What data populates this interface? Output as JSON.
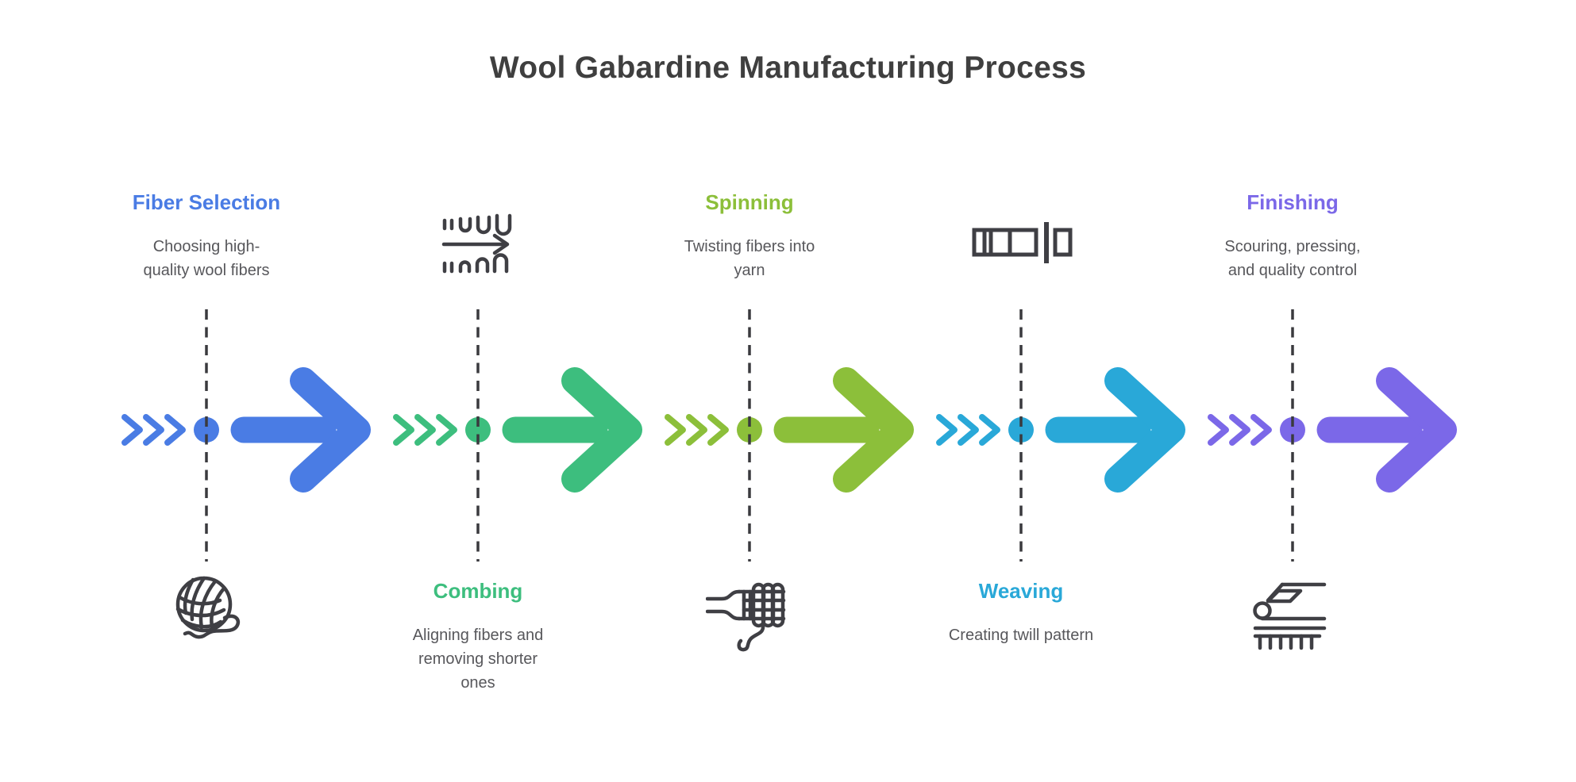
{
  "page": {
    "title": "Wool Gabardine Manufacturing Process",
    "title_color": "#3f3f3f",
    "background": "#ffffff"
  },
  "timeline": {
    "icon_color": "#3f3f44",
    "dash_color": "#3a3a3e"
  },
  "stages": [
    {
      "title": "Fiber Selection",
      "description": "Choosing high-\nquality wool fibers",
      "color": "#4a7ce4",
      "icon": "yarn-ball-icon",
      "text_position": "above",
      "icon_position": "below"
    },
    {
      "title": "Combing",
      "description": "Aligning fibers and\nremoving shorter\nones",
      "color": "#3dbe7e",
      "icon": "combed-fibers-icon",
      "text_position": "below",
      "icon_position": "above"
    },
    {
      "title": "Spinning",
      "description": "Twisting fibers into\nyarn",
      "color": "#8cbf3a",
      "icon": "yarn-twisting-icon",
      "text_position": "above",
      "icon_position": "below"
    },
    {
      "title": "Weaving",
      "description": "Creating twill pattern",
      "color": "#29a8d8",
      "icon": "loom-fabric-icon",
      "text_position": "below",
      "icon_position": "above"
    },
    {
      "title": "Finishing",
      "description": "Scouring, pressing,\nand quality control",
      "color": "#7b68e8",
      "icon": "pressing-iron-icon",
      "text_position": "above",
      "icon_position": "below"
    }
  ]
}
